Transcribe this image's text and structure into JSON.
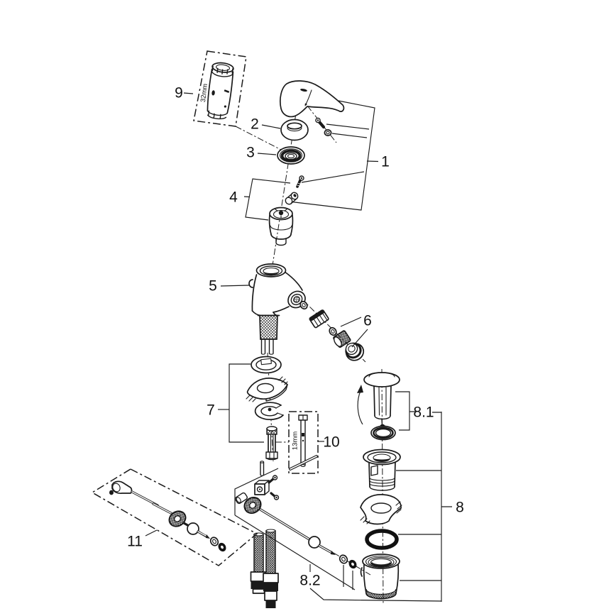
{
  "diagram": {
    "background_color": "#ffffff",
    "line_color": "#1a1a1a",
    "labels": {
      "p1": "1",
      "p2": "2",
      "p3": "3",
      "p4": "4",
      "p5": "5",
      "p6": "6",
      "p7": "7",
      "p8": "8",
      "p8_1": "8.1",
      "p8_2": "8.2",
      "p9": "9",
      "p10": "10",
      "p11": "11",
      "tool9_size": "32mm",
      "tool10_size": "13mm"
    }
  }
}
